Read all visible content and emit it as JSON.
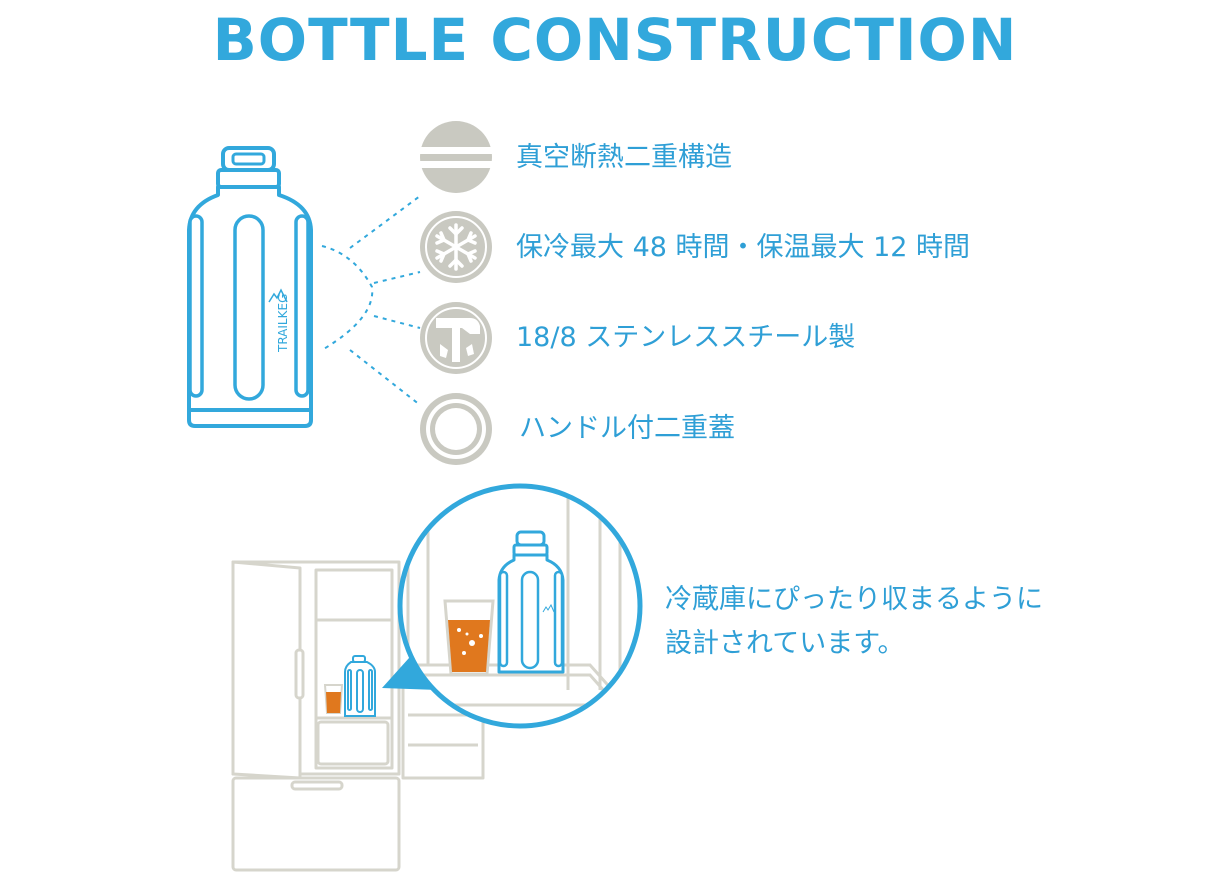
{
  "header": {
    "title": "BOTTLE CONSTRUCTION"
  },
  "features": [
    {
      "icon": "double-wall-icon",
      "label": "真空断熱二重構造"
    },
    {
      "icon": "snowflake-icon",
      "label": "保冷最大 48 時間・保温最大 12 時間"
    },
    {
      "icon": "hammer-icon",
      "label": "18/8 ステンレススチール製"
    },
    {
      "icon": "lid-ring-icon",
      "label": "ハンドル付二重蓋"
    }
  ],
  "bottle": {
    "brand": "TRAILKEG"
  },
  "fridge_section": {
    "caption_line1": "冷蔵庫にぴったり収まるように",
    "caption_line2": "設計されています。"
  },
  "colors": {
    "accent": "#32a8dc",
    "icon_gray": "#c9c9c1",
    "fridge_gray": "#d6d5cc",
    "beer": "#e0781e"
  }
}
